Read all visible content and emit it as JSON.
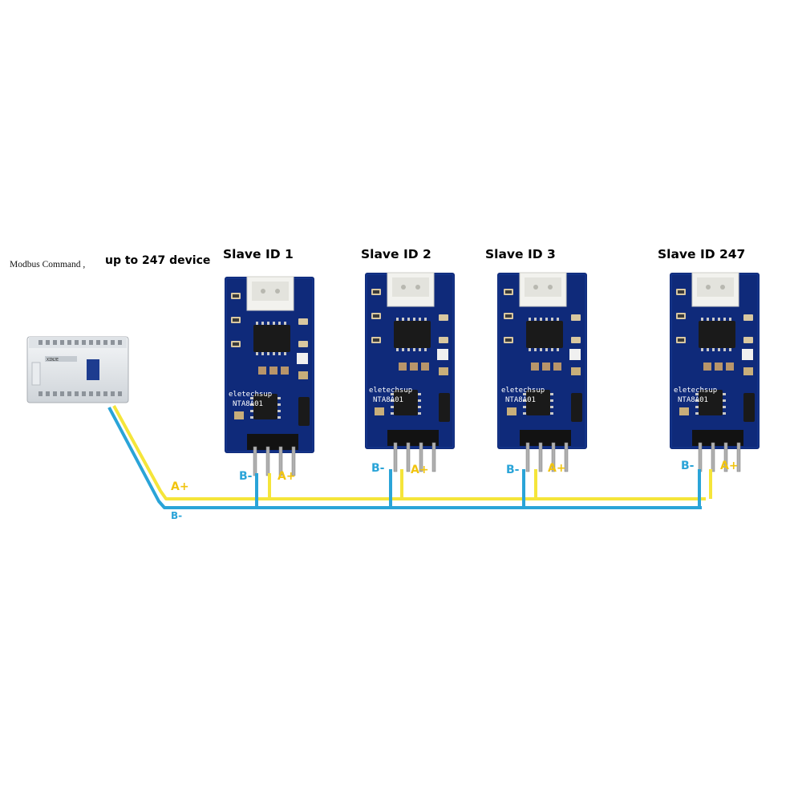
{
  "header": {
    "command_text": "Modbus Command ,",
    "capacity_text": "up to 247 device"
  },
  "plc": {
    "brand_text": "XINJE"
  },
  "modules": [
    {
      "title": "Slave ID 1",
      "silk_brand": "eletechsup",
      "silk_model": "NTA8A01",
      "b_label": "B-",
      "a_label": "A+"
    },
    {
      "title": "Slave ID 2",
      "silk_brand": "eletechsup",
      "silk_model": "NTA8A01",
      "b_label": "B-",
      "a_label": "A+"
    },
    {
      "title": "Slave ID 3",
      "silk_brand": "eletechsup",
      "silk_model": "NTA8A01",
      "b_label": "B-",
      "a_label": "A+"
    },
    {
      "title": "Slave ID 247",
      "silk_brand": "eletechsup",
      "silk_model": "NTA8A01",
      "b_label": "B-",
      "a_label": "A+"
    }
  ],
  "bus": {
    "a_label": "A+",
    "b_label": "B-"
  },
  "colors": {
    "wire_a": "#f5e53a",
    "wire_b": "#2aa4d8",
    "pcb": "#0f2a7a",
    "label_b": "#2aa4d8",
    "label_a": "#f1c40f"
  }
}
